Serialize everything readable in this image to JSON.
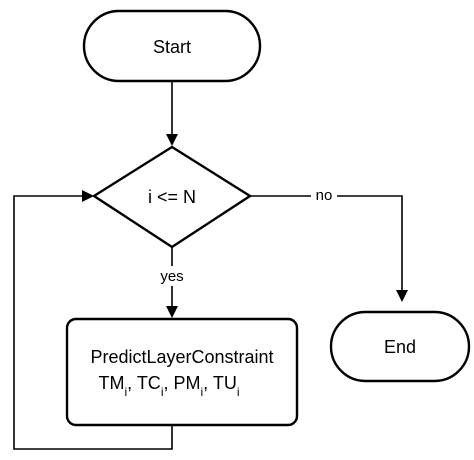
{
  "diagram": {
    "nodes": {
      "start": {
        "label": "Start"
      },
      "decision": {
        "label": "i <= N"
      },
      "end": {
        "label": "End"
      },
      "process": {
        "line1": "PredictLayerConstraint",
        "line2_terms": [
          {
            "base": "TM",
            "sub": "i"
          },
          {
            "base": "TC",
            "sub": "i"
          },
          {
            "base": "PM",
            "sub": "i"
          },
          {
            "base": "TU",
            "sub": "i"
          }
        ],
        "separator": ", "
      }
    },
    "edges": {
      "no_label": "no",
      "yes_label": "yes"
    },
    "colors": {
      "stroke": "#000000",
      "fill": "#ffffff"
    }
  }
}
